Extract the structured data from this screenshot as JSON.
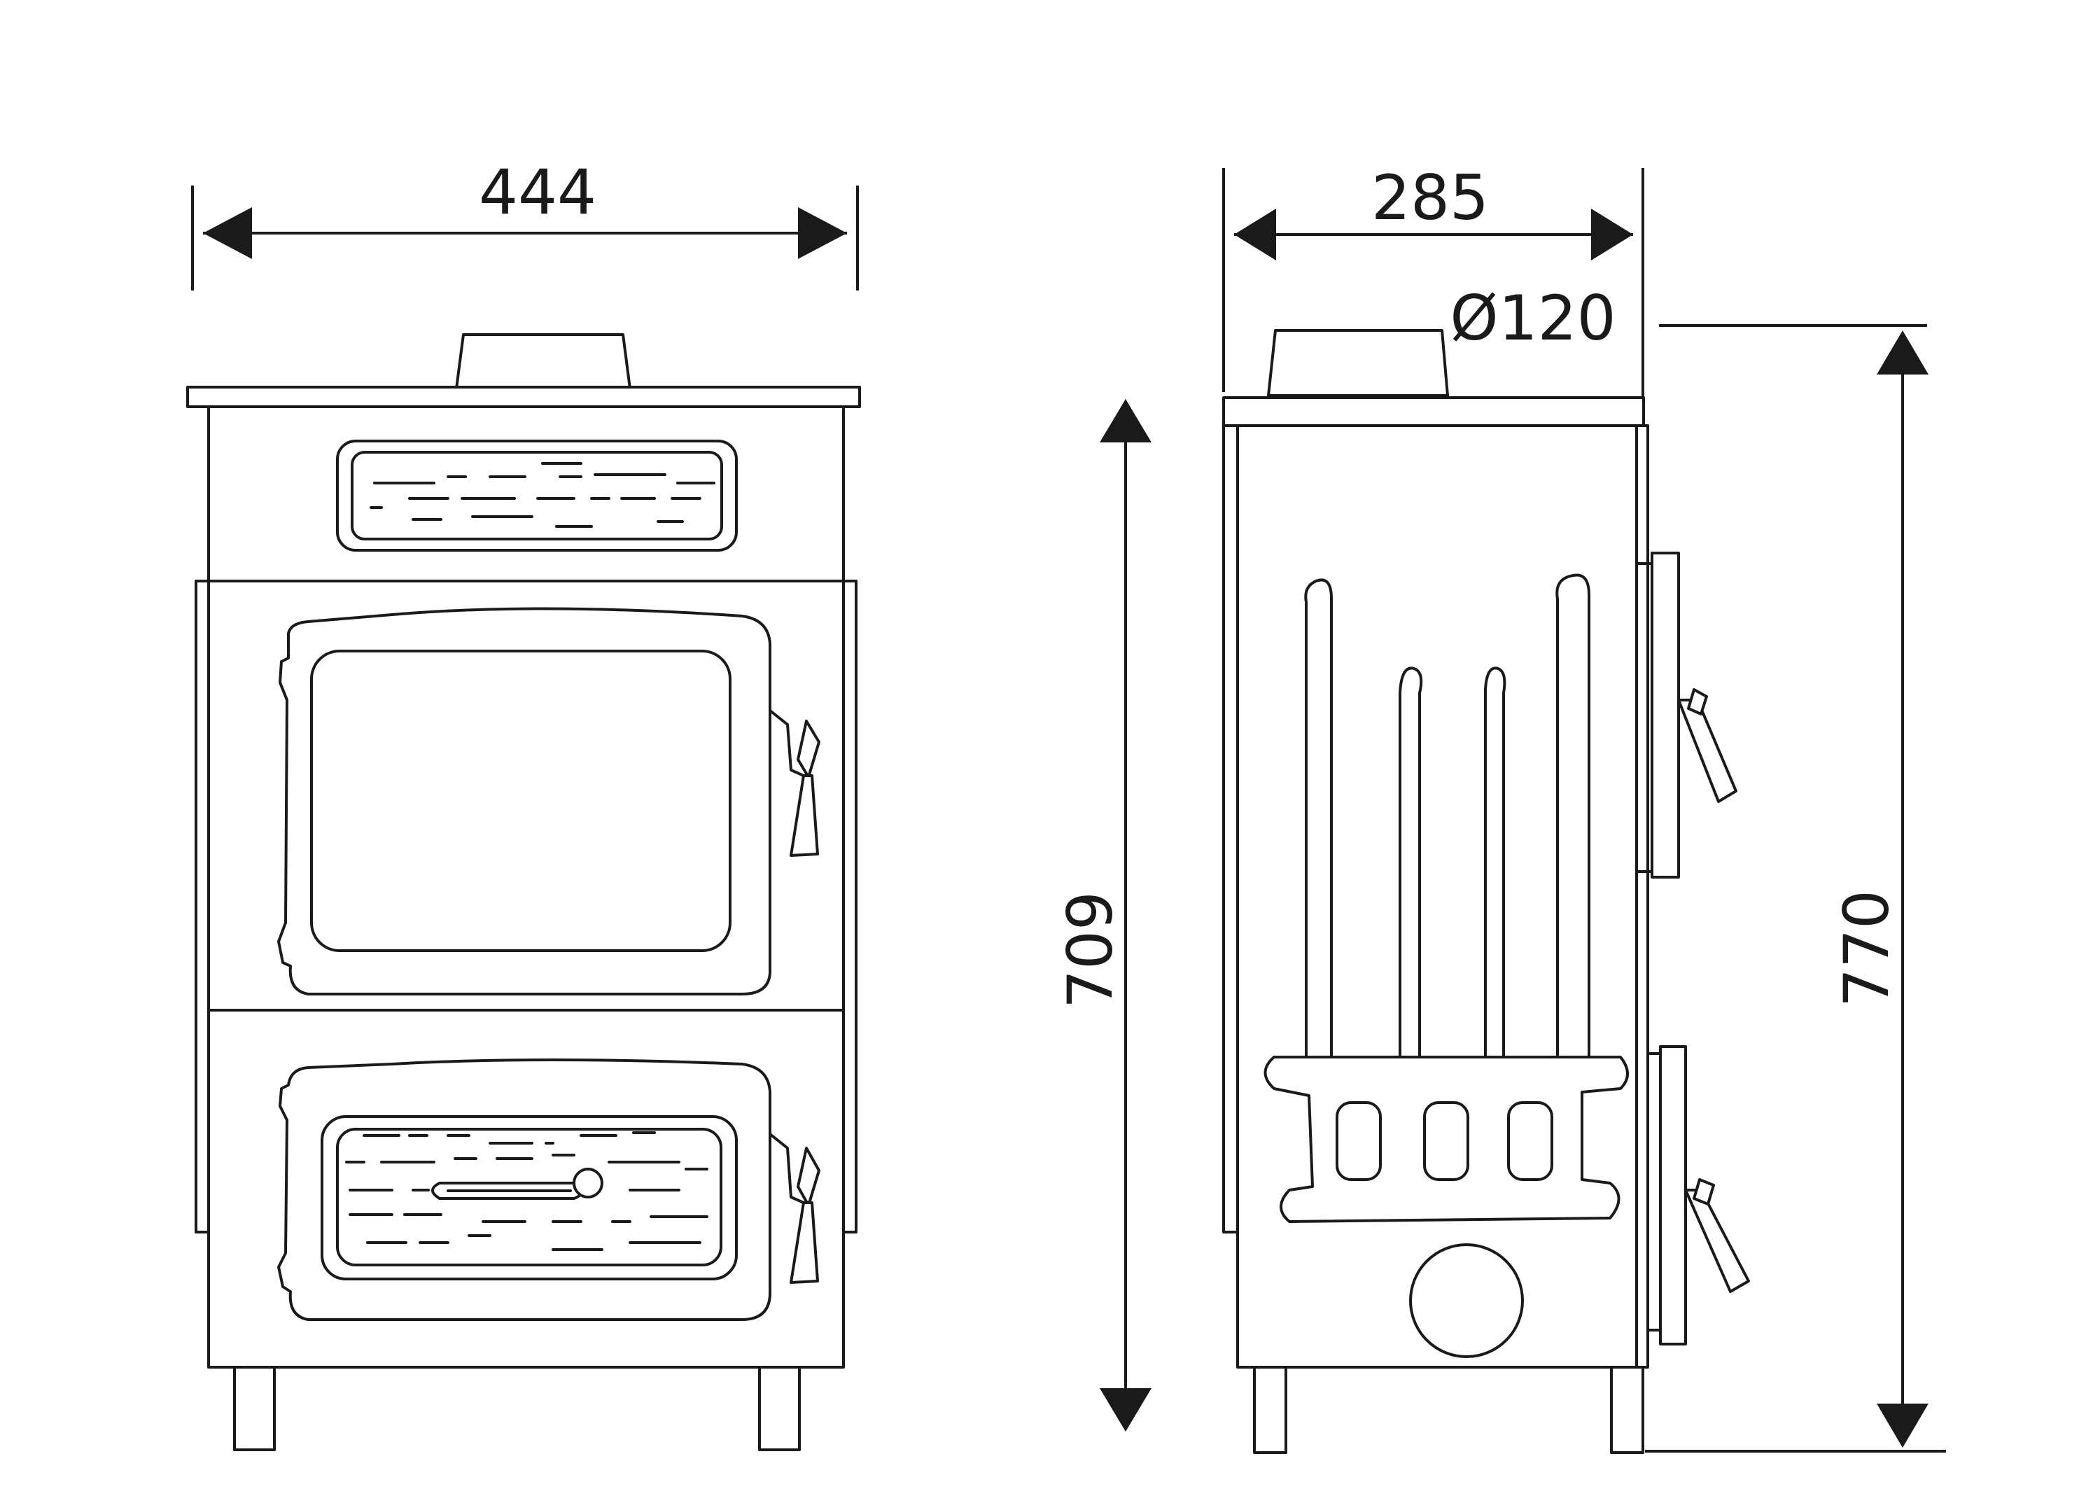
{
  "dimensions": {
    "front_width": "444",
    "side_depth": "285",
    "flue_diameter": "Ø120",
    "body_height": "709",
    "total_height": "770"
  },
  "colors": {
    "line": "#1a1a1a",
    "background": "#ffffff"
  }
}
